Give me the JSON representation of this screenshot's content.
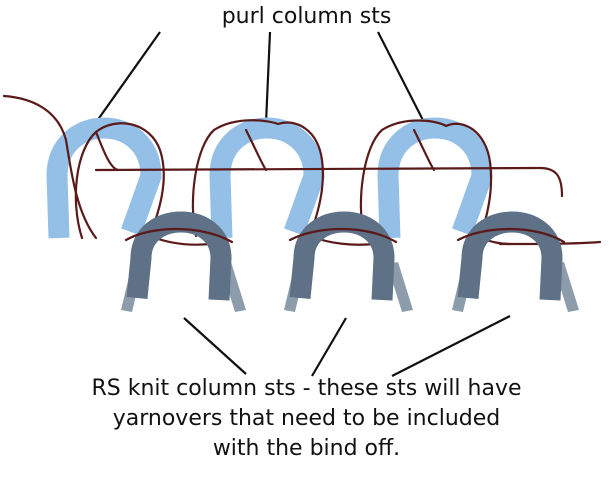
{
  "top_label": "purl column sts",
  "bottom_label": {
    "line1": "RS knit column sts - these sts will have",
    "line2": "yarnovers that need to be included",
    "line3": "with the bind off."
  },
  "colors": {
    "purl_loop": "#94c0e8",
    "knit_loop_front": "#5e7186",
    "knit_loop_back": "#8d9cab",
    "yarn": "#5a1a1a",
    "leader_line": "#111111"
  }
}
